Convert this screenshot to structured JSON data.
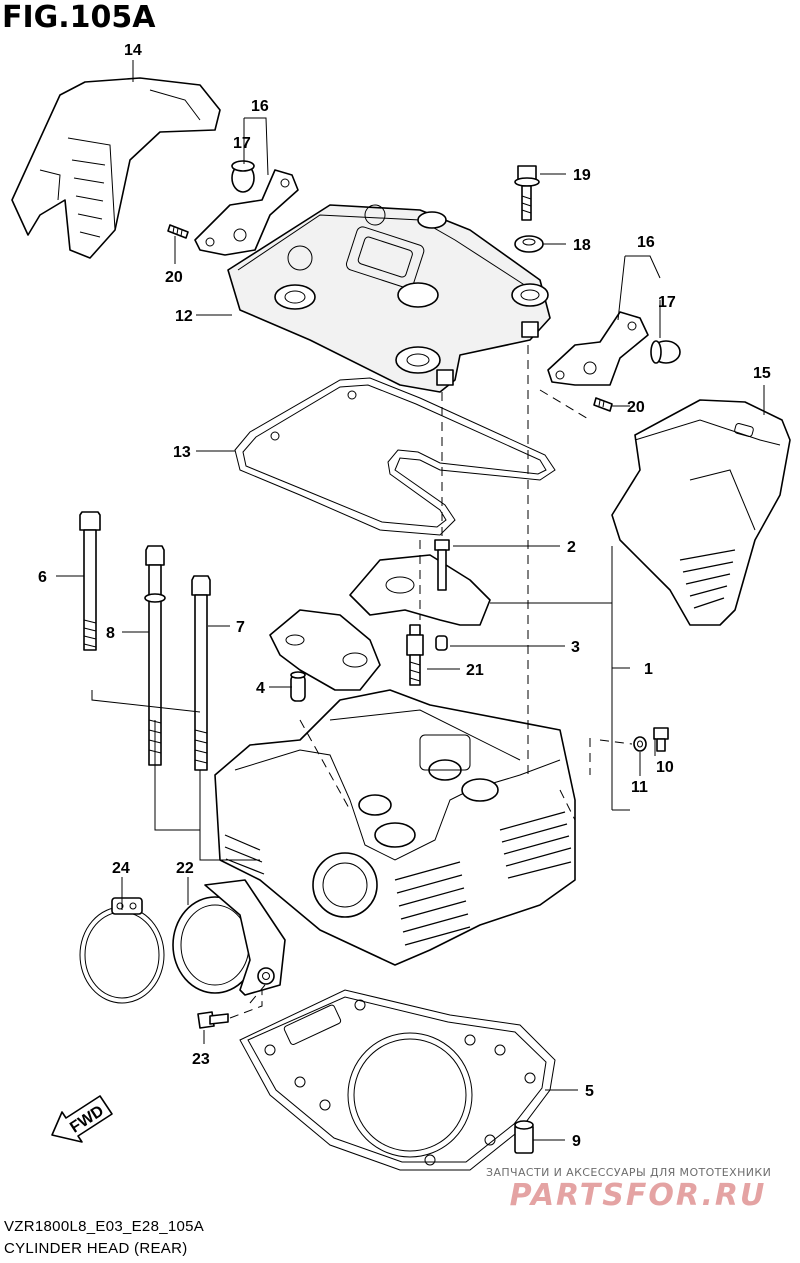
{
  "figure": {
    "title": "FIG.105A",
    "model_code": "VZR1800L8_E03_E28_105A",
    "section_name": "CYLINDER HEAD (REAR)"
  },
  "callouts": [
    "14",
    "16",
    "17",
    "19",
    "18",
    "20",
    "12",
    "16",
    "17",
    "20",
    "15",
    "13",
    "2",
    "6",
    "8",
    "7",
    "3",
    "1",
    "21",
    "4",
    "10",
    "11",
    "24",
    "22",
    "23",
    "5",
    "9"
  ],
  "fwd_arrow_label": "FWD",
  "watermark": {
    "tagline": "ЗАПЧАСТИ И АКСЕССУАРЫ ДЛЯ МОТОТЕХНИКИ",
    "logo_text": "PARTSFOR.RU",
    "logo_color": "#e4a3a3"
  }
}
